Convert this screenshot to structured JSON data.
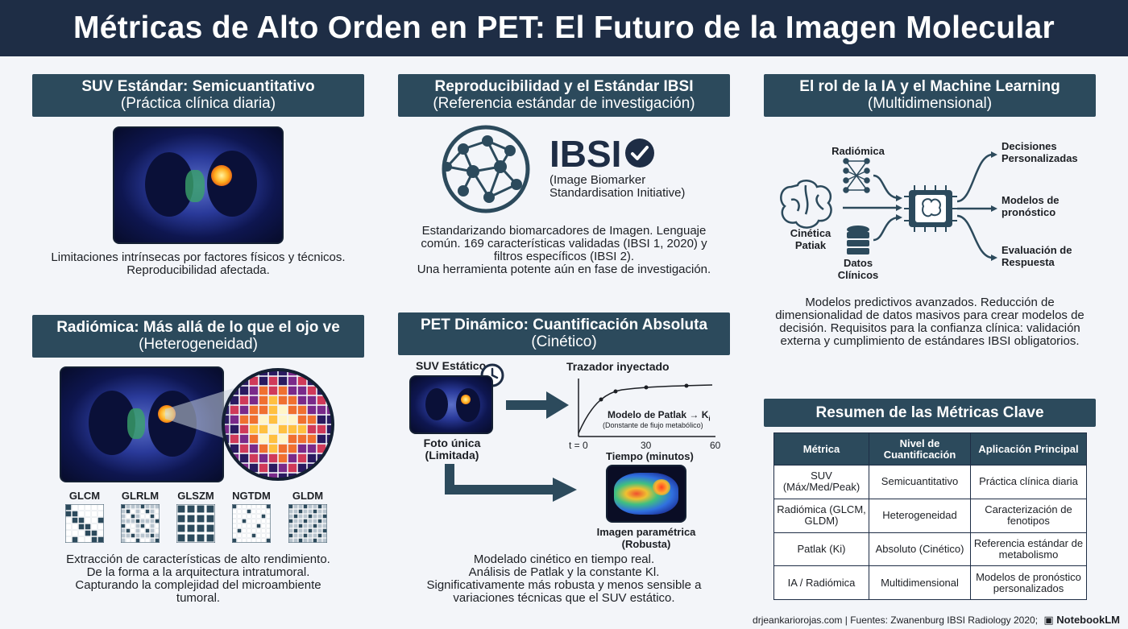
{
  "title": "Métricas de Alto Orden en PET: El Futuro de la Imagen Molecular",
  "suv": {
    "header1": "SUV Estándar: Semicuantitativo",
    "header2": "(Práctica clínica diaria)",
    "text1": "Limitaciones intrínsecas por factores físicos y técnicos.",
    "text2": "Reproducibilidad afectada."
  },
  "ibsi": {
    "header1": "Reproducibilidad y el Estándar IBSI",
    "header2": "(Referencia estándar de investigación)",
    "logo": "IBSI",
    "sub1": "(Image Biomarker",
    "sub2": "Standardisation Initiative)",
    "text1": "Estandarizando biomarcadores de Imagen. Lenguaje",
    "text2": "común. 169 características validadas (IBSI 1, 2020) y",
    "text3": "filtros específicos (IBSI 2).",
    "text4": "Una herramienta potente aún en fase de investigación."
  },
  "ia": {
    "header1": "El rol de la IA y el Machine Learning",
    "header2": "(Multidimensional)",
    "radiomica": "Radiómica",
    "cinetica1": "Cinética",
    "cinetica2": "Patiak",
    "datos1": "Datos",
    "datos2": "Clínicos",
    "out1a": "Decisiones",
    "out1b": "Personalizadas",
    "out2a": "Modelos de",
    "out2b": "pronóstico",
    "out3a": "Evaluación de",
    "out3b": "Respuesta",
    "text1": "Modelos predictivos avanzados. Reducción de",
    "text2": "dimensionalidad de datos masivos para crear modelos de",
    "text3": "decisión. Requisitos para la confianza clínica: validación",
    "text4": "externa y cumplimiento de estándares IBSI obligatorios."
  },
  "radiomics": {
    "header1": "Radiómica: Más allá de lo que el ojo ve",
    "header2": "(Heterogeneidad)",
    "matrices": [
      "GLCM",
      "GLRLM",
      "GLSZM",
      "NGTDM",
      "GLDM"
    ],
    "text1": "Extracción de características de alto rendimiento.",
    "text2": "De la forma a la arquitectura intratumoral.",
    "text3": "Capturando la complejidad del microambiente",
    "text4": "tumoral."
  },
  "dynamic": {
    "header1": "PET Dinámico: Cuantificación Absoluta",
    "header2": "(Cinético)",
    "suv_static": "SUV Estático",
    "photo1": "Foto única",
    "photo2": "(Limitada)",
    "tracer": "Trazador inyectado",
    "model": "Modelo de Patlak → K",
    "model_sub": "i",
    "model_desc": "(Donstante de fiujo metabólico)",
    "t0": "t = 0",
    "t30": "30",
    "t60": "60",
    "time_label": "Tiempo (minutos)",
    "param1": "Imagen paramétrica",
    "param2": "(Robusta)",
    "text1": "Modelado cinético en tiempo real.",
    "text2": "Análisis de Patlak y la constante Kl.",
    "text3": "Significativamente más robusta y menos sensible a",
    "text4": "variaciones técnicas que el SUV estático."
  },
  "summary": {
    "header": "Resumen de las Métricas Clave",
    "columns": [
      "Métrica",
      "Nivel de Cuantificación",
      "Aplicación Principal"
    ],
    "rows": [
      [
        "SUV (Máx/Med/Peak)",
        "Semicuantitativo",
        "Práctica clínica diaria"
      ],
      [
        "Radiómica (GLCM, GLDM)",
        "Heterogeneidad",
        "Caracterización de fenotipos"
      ],
      [
        "Patlak (Ki)",
        "Absoluto (Cinético)",
        "Referencia estándar de metabolismo"
      ],
      [
        "IA / Radiómica",
        "Multidimensional",
        "Modelos de pronóstico personalizados"
      ]
    ]
  },
  "footer": {
    "text": "drjeankariorojas.com | Fuentes: Zwanenburg IBSI Radiology 2020;",
    "brand": "NotebookLM"
  }
}
